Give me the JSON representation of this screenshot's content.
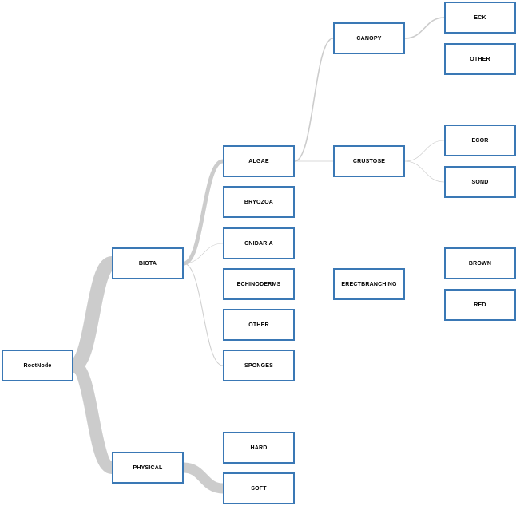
{
  "diagram": {
    "type": "tree",
    "colors": {
      "node_border": "#3a78b5",
      "node_fill": "#ffffff",
      "link": "#cccccc",
      "label": "#000000"
    },
    "nodes": [
      {
        "id": "rootnode",
        "label": "RootNode"
      },
      {
        "id": "biota",
        "label": "BIOTA"
      },
      {
        "id": "physical",
        "label": "PHYSICAL"
      },
      {
        "id": "algae",
        "label": "ALGAE"
      },
      {
        "id": "bryozoa",
        "label": "BRYOZOA"
      },
      {
        "id": "cnidaria",
        "label": "CNIDARIA"
      },
      {
        "id": "echinoderms",
        "label": "ECHINODERMS"
      },
      {
        "id": "other-biota",
        "label": "OTHER"
      },
      {
        "id": "sponges",
        "label": "SPONGES"
      },
      {
        "id": "hard",
        "label": "HARD"
      },
      {
        "id": "soft",
        "label": "SOFT"
      },
      {
        "id": "canopy",
        "label": "CANOPY"
      },
      {
        "id": "crustose",
        "label": "CRUSTOSE"
      },
      {
        "id": "erectbranching",
        "label": "ERECTBRANCHING"
      },
      {
        "id": "eck",
        "label": "ECK"
      },
      {
        "id": "other-canopy",
        "label": "OTHER"
      },
      {
        "id": "ecor",
        "label": "ECOR"
      },
      {
        "id": "sond",
        "label": "SOND"
      },
      {
        "id": "brown",
        "label": "BROWN"
      },
      {
        "id": "red",
        "label": "RED"
      }
    ],
    "links": [
      {
        "from": "rootnode",
        "to": "biota",
        "weight": 18
      },
      {
        "from": "rootnode",
        "to": "physical",
        "weight": 16
      },
      {
        "from": "biota",
        "to": "algae",
        "weight": 5
      },
      {
        "from": "biota",
        "to": "cnidaria",
        "weight": 0.6
      },
      {
        "from": "biota",
        "to": "sponges",
        "weight": 1
      },
      {
        "from": "physical",
        "to": "soft",
        "weight": 13
      },
      {
        "from": "algae",
        "to": "canopy",
        "weight": 1.6
      },
      {
        "from": "algae",
        "to": "crustose",
        "weight": 0.8
      },
      {
        "from": "canopy",
        "to": "eck",
        "weight": 1.6
      },
      {
        "from": "crustose",
        "to": "ecor",
        "weight": 0.6
      },
      {
        "from": "crustose",
        "to": "sond",
        "weight": 0.6
      }
    ]
  }
}
